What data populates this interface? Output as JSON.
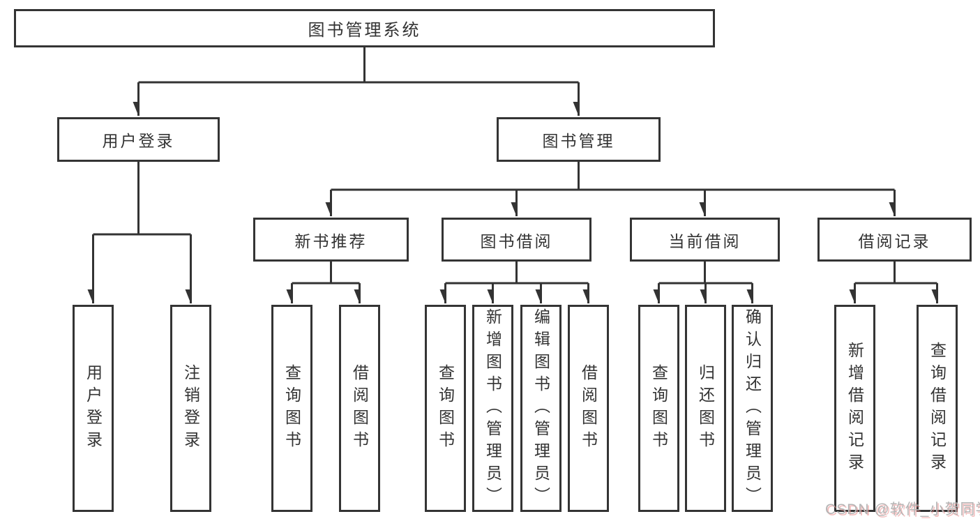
{
  "nodes": {
    "root": {
      "label": "图书管理系统"
    },
    "user_login": {
      "label": "用户登录"
    },
    "book_mgmt": {
      "label": "图书管理"
    },
    "leaf_user_login": {
      "label": "用户登录"
    },
    "leaf_logout": {
      "label": "注销登录"
    },
    "new_book_rec": {
      "label": "新书推荐"
    },
    "book_borrow": {
      "label": "图书借阅"
    },
    "current_borrow": {
      "label": "当前借阅"
    },
    "borrow_record": {
      "label": "借阅记录"
    },
    "rec_query_books": {
      "label": "查询图书"
    },
    "rec_borrow_books": {
      "label": "借阅图书"
    },
    "bor_query_books": {
      "label": "查询图书"
    },
    "bor_add_books": {
      "label": "新增图书（管理员）"
    },
    "bor_edit_books": {
      "label": "编辑图书（管理员）"
    },
    "bor_borrow_books": {
      "label": "借阅图书"
    },
    "cur_query_books": {
      "label": "查询图书"
    },
    "cur_return_books": {
      "label": "归还图书"
    },
    "cur_confirm_return": {
      "label": "确认归还（管理员）"
    },
    "record_add": {
      "label": "新增借阅记录"
    },
    "record_query": {
      "label": "查询借阅记录"
    }
  },
  "edges": [
    [
      "root",
      "user_login"
    ],
    [
      "root",
      "book_mgmt"
    ],
    [
      "user_login",
      "leaf_user_login"
    ],
    [
      "user_login",
      "leaf_logout"
    ],
    [
      "book_mgmt",
      "new_book_rec"
    ],
    [
      "book_mgmt",
      "book_borrow"
    ],
    [
      "book_mgmt",
      "current_borrow"
    ],
    [
      "book_mgmt",
      "borrow_record"
    ],
    [
      "new_book_rec",
      "rec_query_books"
    ],
    [
      "new_book_rec",
      "rec_borrow_books"
    ],
    [
      "book_borrow",
      "bor_query_books"
    ],
    [
      "book_borrow",
      "bor_add_books"
    ],
    [
      "book_borrow",
      "bor_edit_books"
    ],
    [
      "book_borrow",
      "bor_borrow_books"
    ],
    [
      "current_borrow",
      "cur_query_books"
    ],
    [
      "current_borrow",
      "cur_return_books"
    ],
    [
      "current_borrow",
      "cur_confirm_return"
    ],
    [
      "borrow_record",
      "record_add"
    ],
    [
      "borrow_record",
      "record_query"
    ]
  ],
  "watermark": {
    "text": "CSDN @软件_小贺同学"
  },
  "colors": {
    "line": "#333333",
    "box_border": "#343434",
    "text": "#333333",
    "background": "#ffffff",
    "watermark": "#b5b5b5",
    "watermark_shadow": "#e98b8b"
  }
}
